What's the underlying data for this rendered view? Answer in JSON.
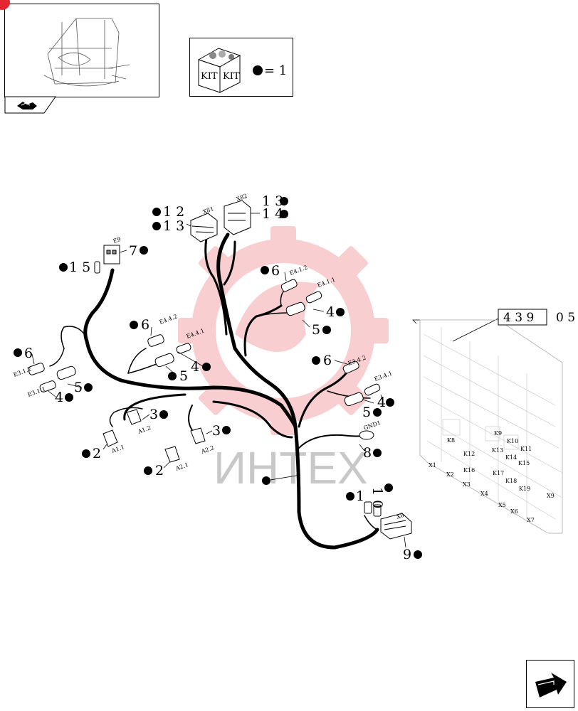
{
  "page_badge": "",
  "kit": {
    "labels": [
      "KIT",
      "KIT"
    ],
    "qty_text": "= 1"
  },
  "reference_box": {
    "number": "4 3 9",
    "suffix": "0 5"
  },
  "connector_tags": {
    "x81": "X81",
    "x82": "X82",
    "e9": "E9",
    "e412": "E4.1.2",
    "e411": "E4.1.1",
    "e442": "E4.4.2",
    "e441": "E4.4.1",
    "e312": "E3.1.2",
    "e311": "E3.1.1",
    "e342": "E3.4.2",
    "e341": "E3.4.1",
    "gnd1": "GND1",
    "x8": "X8",
    "a11": "A1.1",
    "a12": "A1.2",
    "a21": "A2.1",
    "a22": "A2.2"
  },
  "part_refs": {
    "p12": "1 2",
    "p13": "1 3",
    "p13b": "1 3",
    "p14": "1 4",
    "p7": "7",
    "p15": "1 5",
    "p6a": "6",
    "p4a": "4",
    "p5a": "5",
    "p6b": "6",
    "p5b": "5",
    "p4b": "4",
    "p6c": "6",
    "p4c": "4",
    "p5c": "5",
    "p6d": "6",
    "p5d": "5",
    "p4d": "4",
    "p3a": "3",
    "p2a": "2",
    "p3b": "3",
    "p2b": "2",
    "p8": "8",
    "p1": "1",
    "p10": "1 0",
    "p9": "9"
  },
  "fuse_box_labels": [
    "K8",
    "K9",
    "K10",
    "K11",
    "K12",
    "K13",
    "K14",
    "K15",
    "K16",
    "K17",
    "K18",
    "K19",
    "X1",
    "X2",
    "X3",
    "X4",
    "X5",
    "X6",
    "X7",
    "X9"
  ],
  "watermark": "ИНТЕХ"
}
